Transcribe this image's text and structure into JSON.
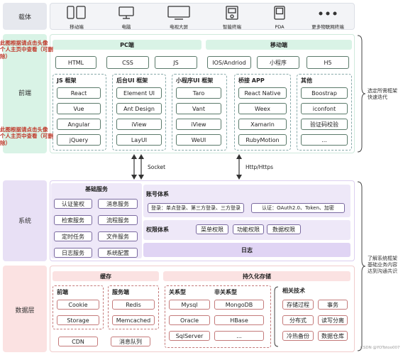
{
  "layers": {
    "carrier": "载体",
    "frontend": "前端",
    "system": "系统",
    "data": "数据层"
  },
  "devices": [
    {
      "icon": "mobile-icon",
      "label": "移动端"
    },
    {
      "icon": "pc-icon",
      "label": "电脑"
    },
    {
      "icon": "tv-icon",
      "label": "电视大屏"
    },
    {
      "icon": "smart-terminal-icon",
      "label": "智能终端"
    },
    {
      "icon": "pda-icon",
      "label": "PDA"
    },
    {
      "icon": "more-icon",
      "label": "更多物联网终端"
    }
  ],
  "frontend": {
    "pc": {
      "title": "PC端",
      "items": [
        "HTML",
        "CSS",
        "JS"
      ]
    },
    "mobile": {
      "title": "移动端",
      "items": [
        "IOS/Andriod",
        "小程序",
        "H5"
      ]
    },
    "groups": [
      {
        "title": "JS 框架",
        "items": [
          "React",
          "Vue",
          "Angular",
          "jQuery"
        ]
      },
      {
        "title": "后台UI 框架",
        "items": [
          "Element UI",
          "Ant Design",
          "iView",
          "LayUI"
        ]
      },
      {
        "title": "小程序UI 框架",
        "items": [
          "Taro",
          "Vant",
          "iView",
          "WeUI"
        ]
      },
      {
        "title": "桥接 APP",
        "items": [
          "React Native",
          "Weex",
          "Xamarin",
          "RubyMotion"
        ]
      },
      {
        "title": "其他",
        "items": [
          "Boostrap",
          "iconfont",
          "验证码校验",
          "..."
        ]
      }
    ],
    "note": "选定所需框架\n快速迭代"
  },
  "connectors": {
    "socket": "Socket",
    "http": "Http/Https"
  },
  "watermarks": {
    "top": "此图根据请点击头像\n个人主页中查看（可删\n除）",
    "bottom": "此图根据请点击头像\n个人主页中查看（可删\n除）"
  },
  "system": {
    "basic": {
      "title": "基础服务",
      "items": [
        "认证鉴权",
        "消息服务",
        "检索服务",
        "流程服务",
        "定时任务",
        "文件服务",
        "日志服务",
        "系统配置"
      ]
    },
    "account": {
      "title": "账号体系",
      "login": "登录：单点登录、第三方登录、三方登录",
      "auth": "认证：OAuth2.0、Token、加密"
    },
    "permission": {
      "title": "权限体系",
      "items": [
        "菜单权限",
        "功能权限",
        "数据权限"
      ]
    },
    "log": "日志"
  },
  "datalayer": {
    "cache": {
      "title": "缓存",
      "frontend": {
        "title": "前端",
        "items": [
          "Cookie",
          "Storage"
        ]
      },
      "server": {
        "title": "服务端",
        "items": [
          "Redis",
          "Memcached"
        ]
      },
      "cdn": "CDN",
      "mq": "消息队列"
    },
    "persist": {
      "title": "持久化存储",
      "relational": {
        "title": "关系型",
        "items": [
          "Mysql",
          "Oracle",
          "SqlServer"
        ]
      },
      "nonrelational": {
        "title": "非关系型",
        "items": [
          "MongoDB",
          "HBase",
          "..."
        ]
      }
    },
    "tech": {
      "title": "相关技术",
      "items": [
        "存储过程",
        "事务",
        "分布式",
        "读写分离",
        "冷热备份",
        "数据仓库"
      ]
    },
    "note": "了解系统框架\n基础业务内容\n达到沟通共识"
  },
  "credit": "CSDN @YOTotoo007"
}
